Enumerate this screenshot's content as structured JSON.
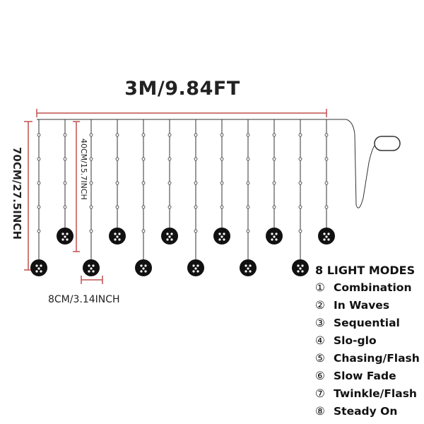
{
  "title": "3M/9.84FT",
  "height_label": "70CM/27.5INCH",
  "drop_label": "40CM/15.7INCH",
  "spacing_label": "8CM/3.14INCH",
  "modes": {
    "heading": "8 LIGHT MODES",
    "items": [
      {
        "num": "①",
        "label": "Combination"
      },
      {
        "num": "②",
        "label": "In Waves"
      },
      {
        "num": "③",
        "label": "Sequential"
      },
      {
        "num": "④",
        "label": "Slo-glo"
      },
      {
        "num": "⑤",
        "label": "Chasing/Flash"
      },
      {
        "num": "⑥",
        "label": "Slow Fade"
      },
      {
        "num": "⑦",
        "label": "Twinkle/Flash"
      },
      {
        "num": "⑧",
        "label": "Steady On"
      }
    ]
  },
  "colors": {
    "dimension_line": "#c0504d",
    "wire": "#333333",
    "bulb": "#111111",
    "text": "#222222"
  }
}
